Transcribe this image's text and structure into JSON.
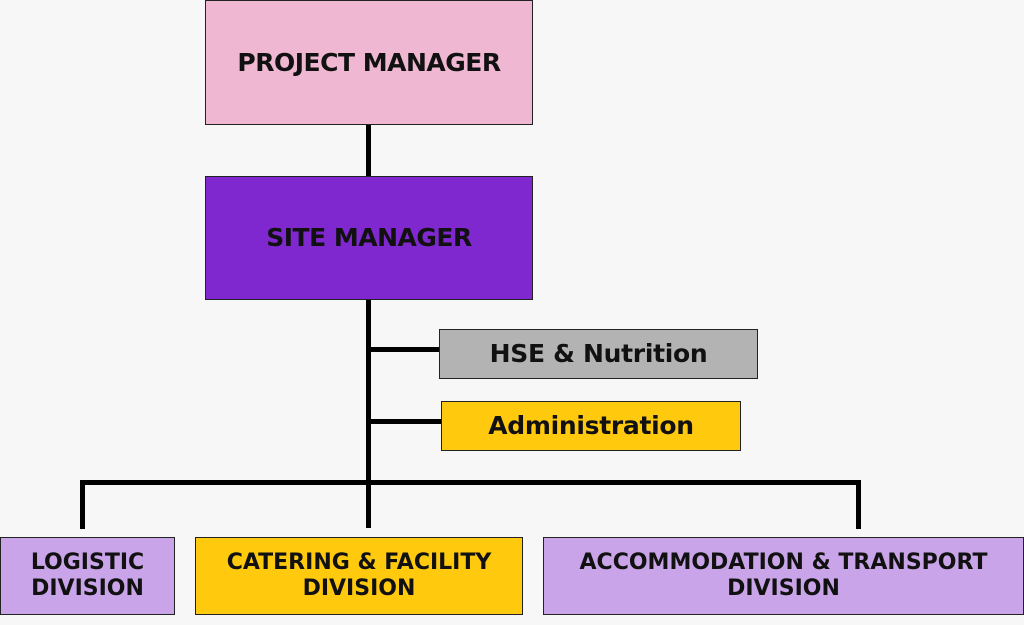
{
  "nodes": {
    "project_manager": {
      "label": "PROJECT MANAGER",
      "color": "#efb7d1"
    },
    "site_manager": {
      "label": "SITE MANAGER",
      "color": "#7f28cf"
    },
    "hse_nutrition": {
      "label": "HSE & Nutrition",
      "color": "#b3b3b3"
    },
    "administration": {
      "label": "Administration",
      "color": "#ffc90e"
    },
    "logistic_division": {
      "label": "LOGISTIC\nDIVISION",
      "color": "#c9a4e8"
    },
    "catering_facility_division": {
      "label": "CATERING & FACILITY\nDIVISION",
      "color": "#ffc90e"
    },
    "accommodation_transport_division": {
      "label": "ACCOMMODATION & TRANSPORT\nDIVISION",
      "color": "#c9a4e8"
    }
  },
  "edges": [
    [
      "project_manager",
      "site_manager"
    ],
    [
      "site_manager",
      "hse_nutrition"
    ],
    [
      "site_manager",
      "administration"
    ],
    [
      "site_manager",
      "logistic_division"
    ],
    [
      "site_manager",
      "catering_facility_division"
    ],
    [
      "site_manager",
      "accommodation_transport_division"
    ]
  ]
}
